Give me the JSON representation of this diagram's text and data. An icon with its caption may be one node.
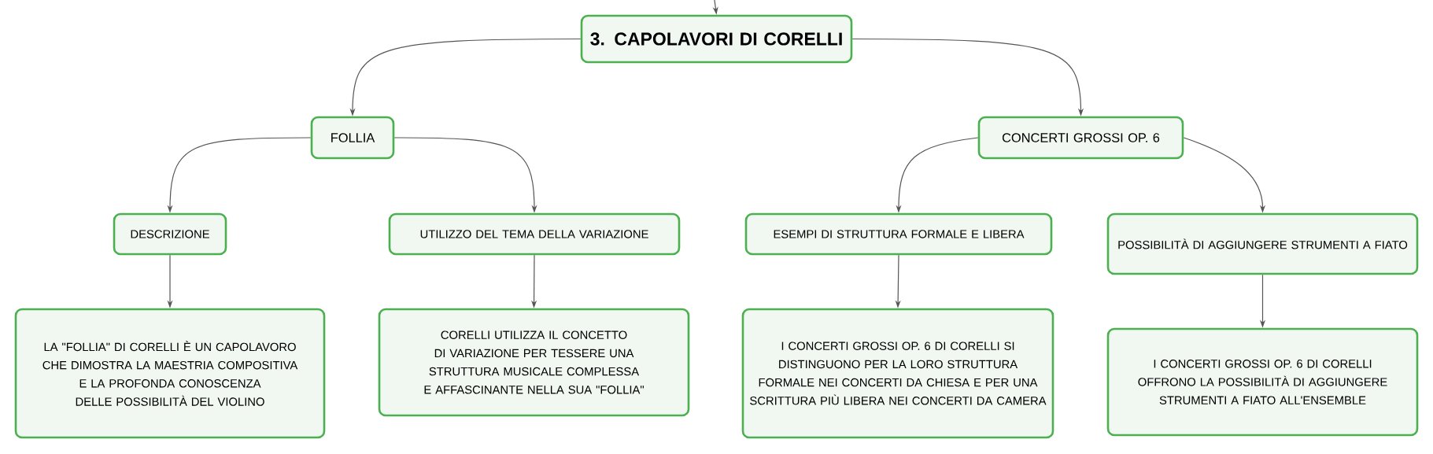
{
  "diagram": {
    "nodes": [
      {
        "text": [
          "3. CAPOLAVORI DI CORELLI"
        ]
      },
      {
        "text": [
          "FOLLIA"
        ]
      },
      {
        "text": [
          "CONCERTI GROSSI OP. 6"
        ]
      },
      {
        "text": [
          "DESCRIZIONE"
        ]
      },
      {
        "text": [
          "UTILIZZO DEL TEMA DELLA VARIAZIONE"
        ]
      },
      {
        "text": [
          "ESEMPI DI STRUTTURA FORMALE E LIBERA"
        ]
      },
      {
        "text": [
          "POSSIBILITÀ DI AGGIUNGERE STRUMENTI A FIATO"
        ]
      },
      {
        "text": [
          "LA \"FOLLIA\" DI CORELLI È UN CAPOLAVORO CHE DIMOSTRA LA MAESTRIA COMPOSITIVA E LA PROFONDA CONOSCENZA DELLE POSSIBILITÀ DEL VIOLINO"
        ]
      },
      {
        "text": [
          "CORELLI UTILIZZA IL CONCETTO DI VARIAZIONE PER TESSERE UNA STRUTTURA MUSICALE COMPLESSA E AFFASCINANTE NELLA SUA \"FOLLIA\""
        ]
      },
      {
        "text": [
          "I CONCERTI GROSSI OP. 6 DI CORELLI SI DISTINGUONO PER LA LORO STRUTTURA FORMALE NEI CONCERTI DA CHIESA E PER UNA SCRITTURA PIÙ LIBERA NEI CONCERTI DA CAMERA"
        ]
      },
      {
        "text": [
          "I CONCERTI GROSSI OP. 6 DI CORELLI OFFRONO LA POSSIBILITÀ DI AGGIUNGERE STRUMENTI A FIATO ALL'ENSEMBLE"
        ]
      }
    ],
    "edges": [
      {
        "from": null,
        "to": 0,
        "arrow": "to"
      },
      {
        "from": 0,
        "to": 1,
        "arrow": "to"
      },
      {
        "from": 0,
        "to": 2,
        "arrow": "to"
      },
      {
        "from": 1,
        "to": 3,
        "arrow": "to"
      },
      {
        "from": 1,
        "to": 4,
        "arrow": "to"
      },
      {
        "from": 2,
        "to": 5,
        "arrow": "to"
      },
      {
        "from": 2,
        "to": 6,
        "arrow": "to"
      },
      {
        "from": 3,
        "to": 7,
        "arrow": "to"
      },
      {
        "from": 4,
        "to": 8,
        "arrow": "to"
      },
      {
        "from": 5,
        "to": 9,
        "arrow": "to"
      },
      {
        "from": 6,
        "to": 10,
        "arrow": "to"
      }
    ]
  }
}
